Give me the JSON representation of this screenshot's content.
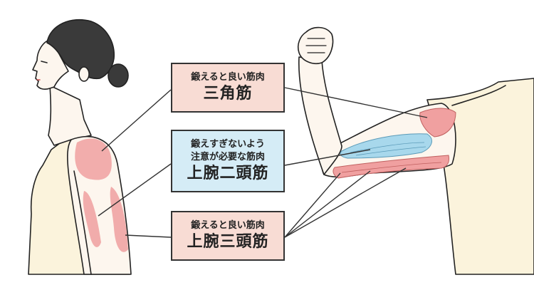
{
  "labels": {
    "deltoid": {
      "note": "鍛えると良い筋肉",
      "muscle": "三角筋"
    },
    "biceps": {
      "note_line1": "鍛えすぎないよう",
      "note_line2": "注意が必要な筋肉",
      "muscle": "上腕二頭筋"
    },
    "triceps": {
      "note": "鍛えると良い筋肉",
      "muscle": "上腕三頭筋"
    }
  },
  "colors": {
    "good_muscle_box": "#f8dcd4",
    "caution_muscle_box": "#d5ecf6",
    "muscle_highlight": "#f0a0a0",
    "biceps_highlight": "#a8d8ec",
    "skin": "#fdf6ee",
    "tank_top": "#fbf3dc",
    "outline": "#222222"
  }
}
